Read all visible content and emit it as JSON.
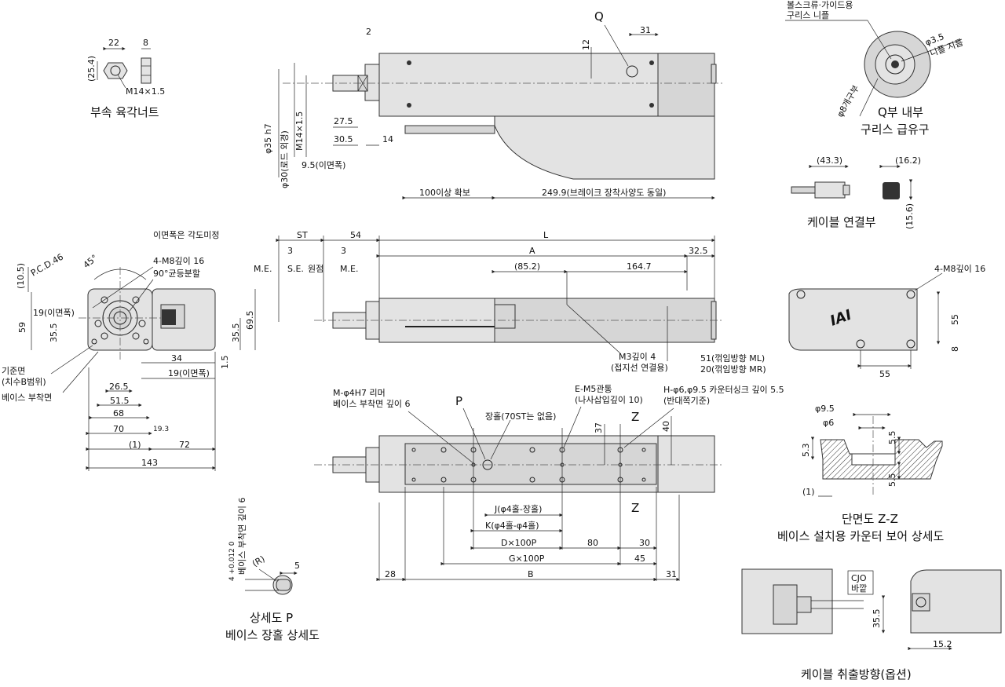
{
  "nut": {
    "caption": "부속 육각너트",
    "w": "22",
    "t": "8",
    "h": "(25.4)",
    "thread": "M14×1.5"
  },
  "top": {
    "q": "Q",
    "d2": "2",
    "d31": "31",
    "d12": "12",
    "dia35": "φ35 h7",
    "dia30": "φ30(로드 외경)",
    "m14": "M14×1.5",
    "d275": "27.5",
    "d305": "30.5",
    "d14": "14",
    "d95": "9.5(이면폭)",
    "d100": "100이상 확보",
    "d249": "249.9(브레이크 장착사양도 동일)"
  },
  "grease": {
    "label1": "볼스크류·가이드용",
    "label2": "구리스 니플",
    "dia35": "φ3.5",
    "nipple": "니플 지름",
    "hole": "φ8개구부",
    "cap1": "Q부 내부",
    "cap2": "구리스 급유구"
  },
  "cable": {
    "d433": "(43.3)",
    "d162": "(16.2)",
    "d156": "(15.6)",
    "cap": "케이블 연결부"
  },
  "front": {
    "note": "이면폭은 각도미정",
    "m8": "4-M8깊이 16",
    "div": "90°균등분할",
    "d105": "(10.5)",
    "pcd": "P.C.D.46",
    "a45": "45°",
    "d59": "59",
    "d19a": "19(이면폭)",
    "d355": "35.5",
    "d355b": "35.5",
    "d695": "69.5",
    "d15": "1.5",
    "d34": "34",
    "d19b": "19(이면폭)",
    "ref1": "기준면",
    "ref2": "(치수B범위)",
    "base": "베이스 부착면",
    "d265": "26.5",
    "d515": "51.5",
    "d68": "68",
    "d70": "70",
    "d193": "19.3",
    "d1": "(1)",
    "d72": "72",
    "d143": "143"
  },
  "side": {
    "st": "ST",
    "d54": "54",
    "L": "L",
    "A": "A",
    "d325": "32.5",
    "d3a": "3",
    "d3b": "3",
    "me1": "M.E.",
    "se": "S.E.",
    "origin": "원점",
    "me2": "M.E.",
    "d852": "(85.2)",
    "d1647": "164.7",
    "m3": "M3깊이 4",
    "ground": "(접지선 연결용)",
    "d51": "51(꺾임방향 ML)",
    "d20": "20(꺾임방향 MR)"
  },
  "rear": {
    "m8": "4-M8깊이 16",
    "d55v": "55",
    "d8": "8",
    "d55h": "55",
    "logo": "IAI"
  },
  "bottom": {
    "mh7": "M-φ4H7 리머",
    "mh7b": "베이스 부착면 깊이 6",
    "p": "P",
    "slot": "장홀(70ST는 없음)",
    "em5": "E-M5관통",
    "em5b": "(나사삽입깊이 10)",
    "h6": "H-φ6,φ9.5 카운터싱크 깊이 5.5",
    "h6b": "(반대쪽기준)",
    "z1": "Z",
    "z2": "Z",
    "d37": "37",
    "d40": "40",
    "J": "J(φ4홀-장홀)",
    "K": "K(φ4홀-φ4홀)",
    "D": "D×100P",
    "d80": "80",
    "d30": "30",
    "G": "G×100P",
    "d45": "45",
    "d28": "28",
    "B": "B",
    "d31": "31"
  },
  "detailP": {
    "dim": "4 +0.012 0",
    "depth": "베이스 부착면 깊이 6",
    "r": "(R)",
    "d5": "5",
    "cap1": "상세도 P",
    "cap2": "베이스 장홀 상세도"
  },
  "section": {
    "d95": "φ9.5",
    "d6": "φ6",
    "d55a": "5.5",
    "d55b": "5.5",
    "d53": "5.3",
    "d1": "(1)",
    "cap1": "단면도 Z-Z",
    "cap2": "베이스 설치용 카운터 보어 상세도"
  },
  "outlet": {
    "cjo1": "CJO",
    "cjo2": "바깥",
    "d355": "35.5",
    "d152": "15.2",
    "cap": "케이블 취출방향(옵션)"
  }
}
